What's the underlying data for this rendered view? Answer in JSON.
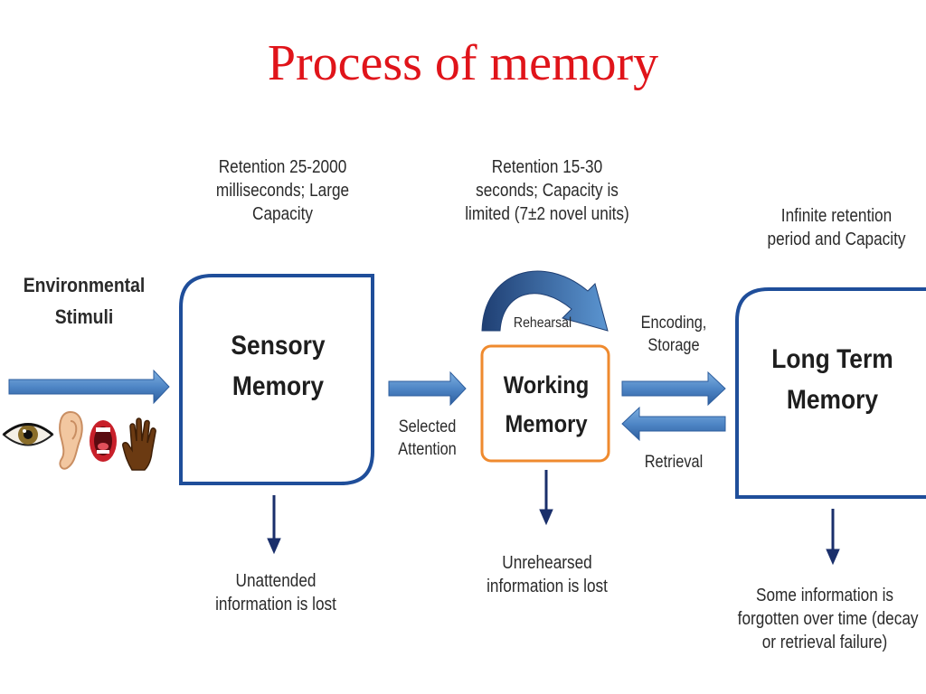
{
  "title": "Process of memory",
  "stimuli": {
    "line1": "Environmental",
    "line2": "Stimuli"
  },
  "sensory": {
    "line1": "Sensory",
    "line2": "Memory",
    "retention_line1": "Retention 25-2000",
    "retention_line2": "milliseconds; Large",
    "retention_line3": "Capacity",
    "lost_line1": "Unattended",
    "lost_line2": "information is lost"
  },
  "working": {
    "line1": "Working",
    "line2": "Memory",
    "retention_line1": "Retention 15-30",
    "retention_line2": "seconds; Capacity is",
    "retention_line3": "limited (7±2 novel units)",
    "rehearsal": "Rehearsal",
    "lost_line1": "Unrehearsed",
    "lost_line2": "information is lost"
  },
  "attention": {
    "line1": "Selected",
    "line2": "Attention"
  },
  "encoding": {
    "line1": "Encoding,",
    "line2": "Storage"
  },
  "retrieval": "Retrieval",
  "longterm": {
    "line1": "Long Term",
    "line2": "Memory",
    "retention_line1": "Infinite retention",
    "retention_line2": "period and Capacity",
    "lost_line1": "Some information is",
    "lost_line2": "forgotten over time (decay",
    "lost_line3": "or retrieval failure)"
  },
  "colors": {
    "title": "#e0141a",
    "box_border": "#1f4e9a",
    "working_border": "#ef8a2e",
    "arrow_light": "#5b95d1",
    "arrow_dark": "#1f4e9a",
    "down_arrow": "#1a2f6b"
  },
  "icons": [
    "eye-icon",
    "ear-icon",
    "mouth-icon",
    "hand-icon"
  ]
}
